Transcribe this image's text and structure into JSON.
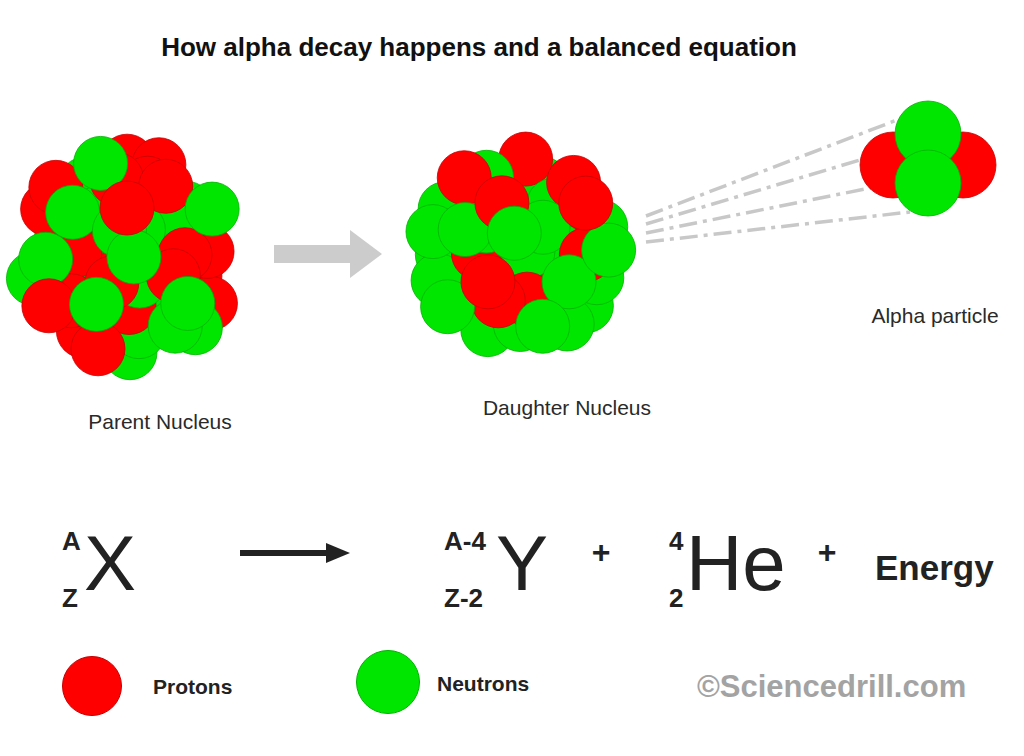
{
  "diagram": {
    "title": "How alpha decay happens and a balanced equation",
    "nodes": [
      {
        "text": [
          "Parent Nucleus"
        ]
      },
      {
        "text": [
          "Daughter Nucleus"
        ]
      },
      {
        "text": [
          "Alpha particle"
        ]
      }
    ],
    "edges": [
      {
        "from": 0,
        "to": 1,
        "arrow": "to"
      },
      {
        "from": 1,
        "to": 2,
        "arrow": "none"
      }
    ],
    "labels": [
      "A",
      "Z",
      "X",
      "A-4",
      "Z-2",
      "Y",
      "+",
      "4",
      "2",
      "He",
      "+",
      "Energy",
      "©Sciencedrill.com"
    ],
    "legend": [
      {
        "text": "Protons",
        "color": "#ff0000"
      },
      {
        "text": "Neutrons",
        "color": "#00e600"
      }
    ]
  }
}
